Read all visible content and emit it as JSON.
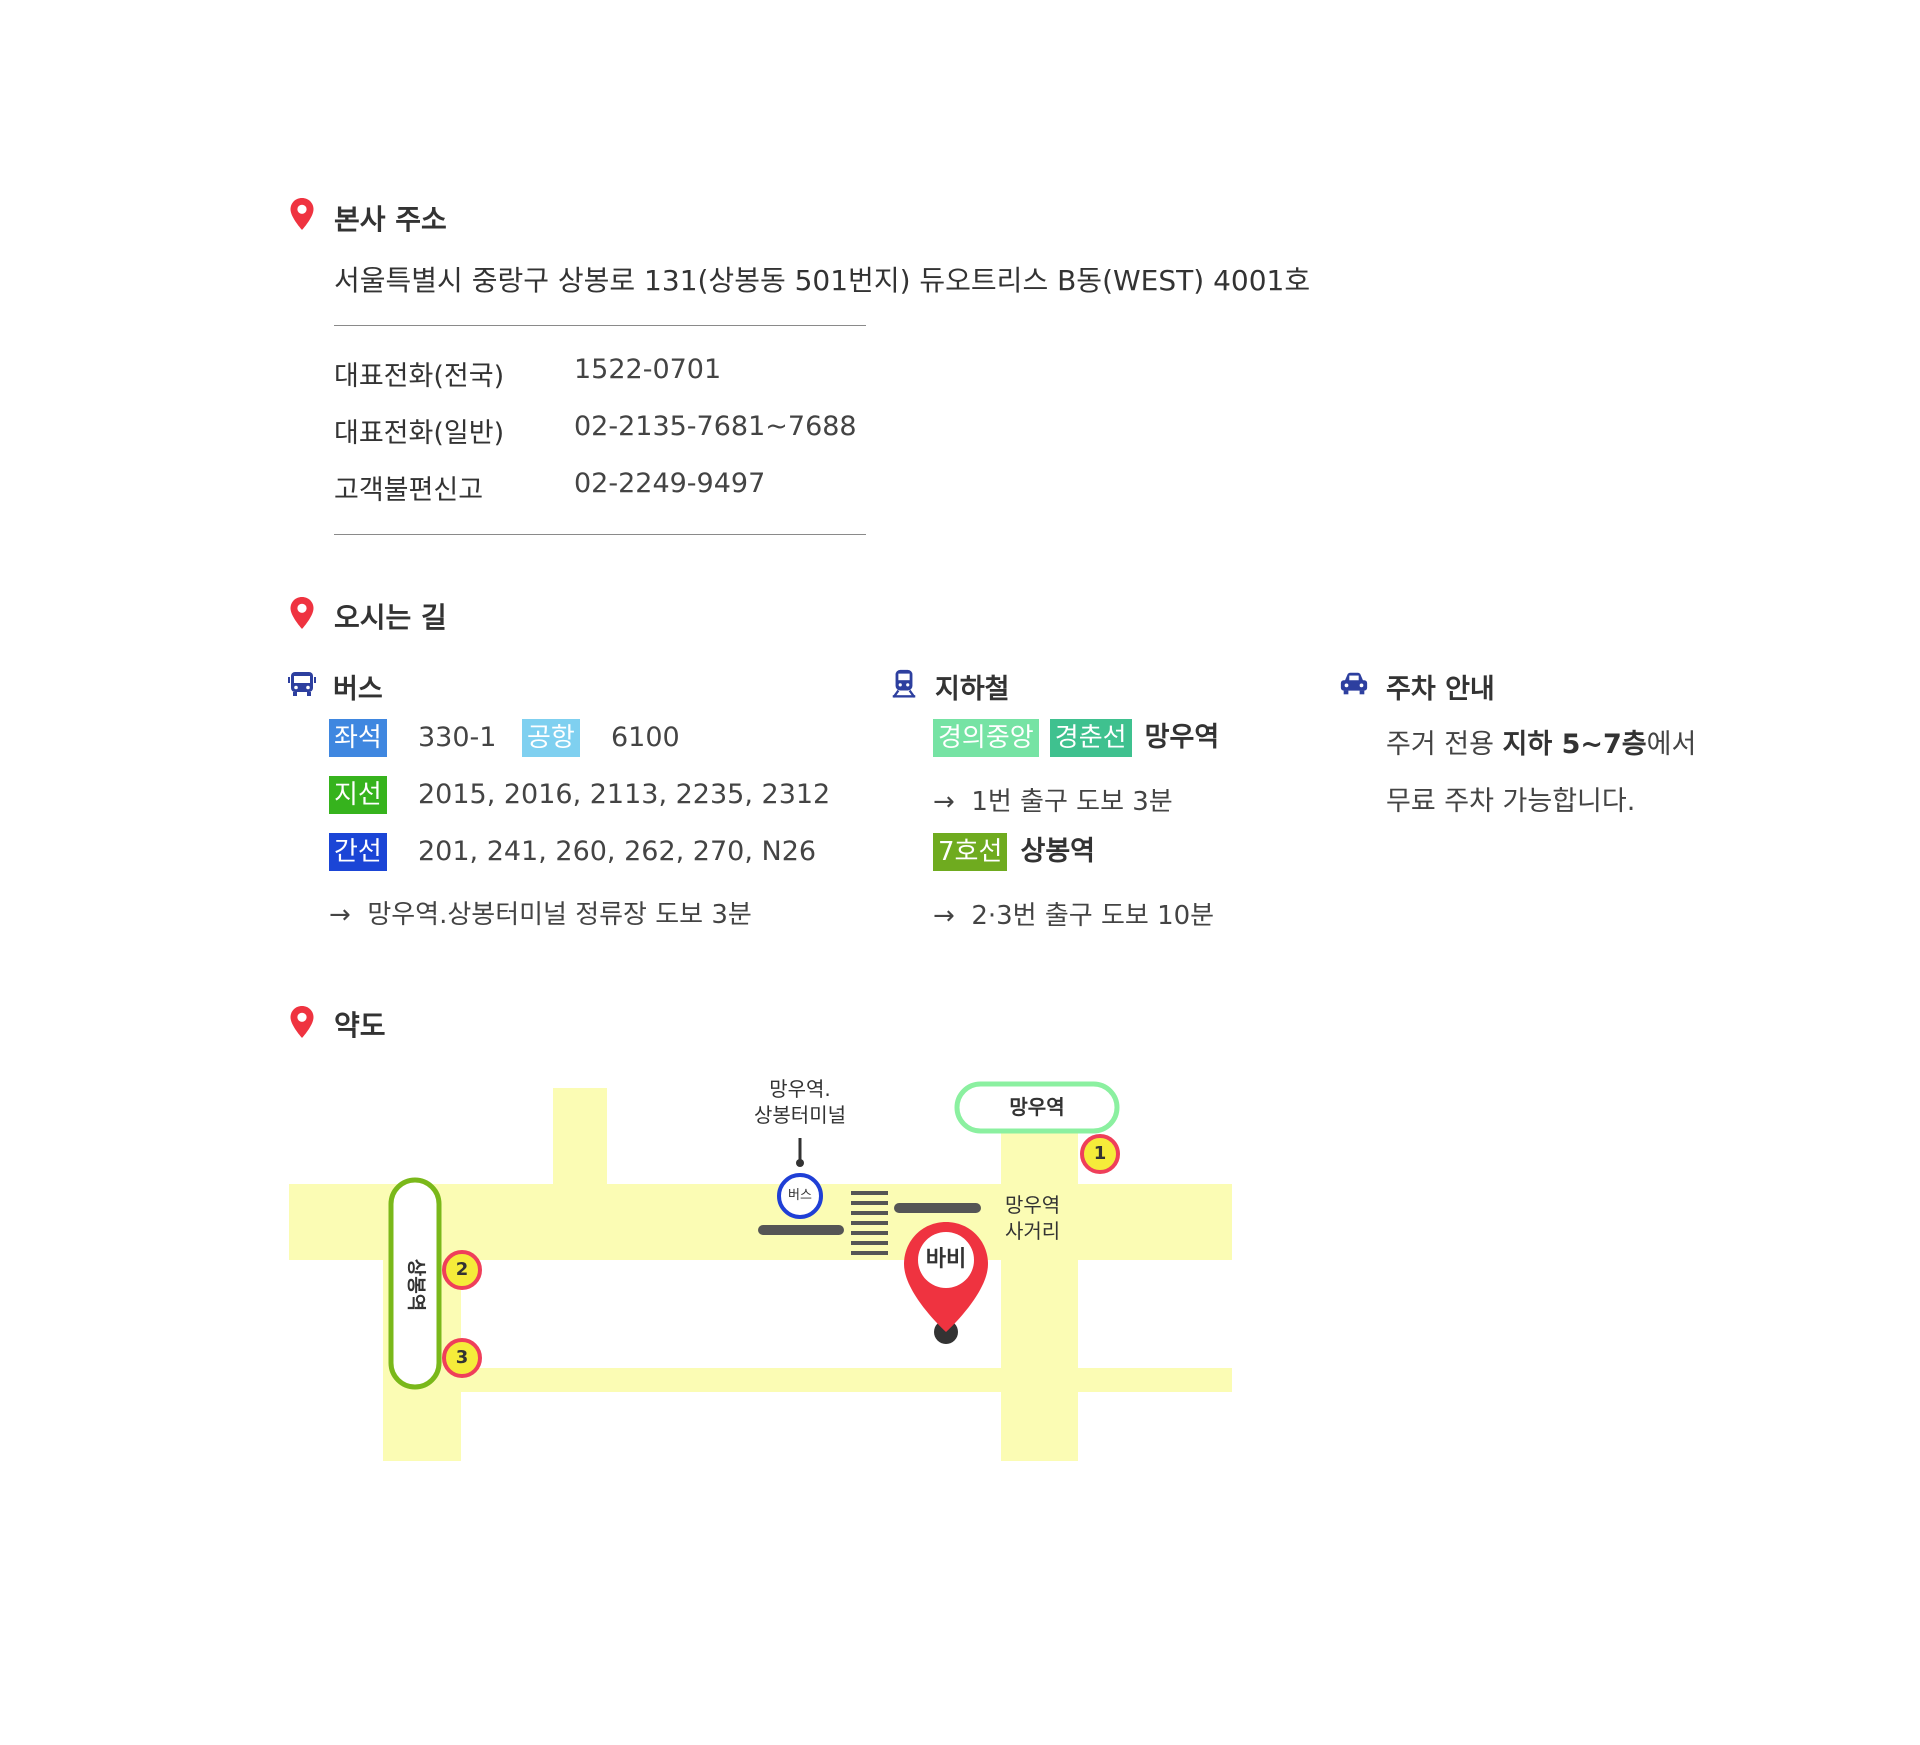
{
  "hq": {
    "title": "본사 주소",
    "address": "서울특별시 중랑구 상봉로 131(상봉동 501번지) 듀오트리스 B동(WEST) 4001호",
    "contacts": [
      {
        "label": "대표전화(전국)",
        "value": "1522-0701"
      },
      {
        "label": "대표전화(일반)",
        "value": "02-2135-7681~7688"
      },
      {
        "label": "고객불편신고",
        "value": "02-2249-9497"
      }
    ]
  },
  "directions": {
    "title": "오시는 길",
    "bus": {
      "title": "버스",
      "rows": [
        [
          {
            "badge": "좌석",
            "badge_color": "#3f87e0",
            "routes": "330-1"
          },
          {
            "badge": "공항",
            "badge_color": "#7fd0f0",
            "routes": "6100"
          }
        ],
        [
          {
            "badge": "지선",
            "badge_color": "#36b31d",
            "routes": "2015, 2016, 2113, 2235, 2312"
          }
        ],
        [
          {
            "badge": "간선",
            "badge_color": "#1b45d6",
            "routes": "201, 241, 260, 262, 270, N26"
          }
        ]
      ],
      "note_arrow": "→",
      "note": "망우역.상봉터미널 정류장 도보 3분"
    },
    "subway": {
      "title": "지하철",
      "line1_badges": [
        {
          "label": "경의중앙",
          "color": "#76e3a4"
        },
        {
          "label": "경춘선",
          "color": "#3fc18f"
        }
      ],
      "line1_station": "망우역",
      "line1_note": "1번 출구 도보 3분",
      "line2_badge": {
        "label": "7호선",
        "color": "#6fab1f"
      },
      "line2_station": "상봉역",
      "line2_note": "2·3번 출구 도보 10분",
      "arrow": "→"
    },
    "parking": {
      "title": "주차 안내",
      "line1_pre": "주거 전용 ",
      "line1_bold": "지하 5~7층",
      "line1_post": "에서",
      "line2": "무료 주차 가능합니다."
    }
  },
  "map": {
    "title": "약도",
    "labels": {
      "bus_stop_line1": "망우역.",
      "bus_stop_line2": "상봉터미널",
      "bus_stop_badge": "버스",
      "mangu_station": "망우역",
      "intersection_line1": "망우역",
      "intersection_line2": "사거리",
      "sangbong_station": "상봉역",
      "destination": "바비",
      "exit1": "1",
      "exit2": "2",
      "exit3": "3"
    },
    "colors": {
      "road": "#fbfcb4",
      "mangu_station_border": "#8bf0a0",
      "sangbong_station_border": "#7ab81a",
      "bus_stop_border": "#1f3fd6",
      "pin": "#ef3340",
      "exit_fill": "#f5ec3a",
      "exit_border": "#ef3f5a"
    }
  },
  "icons": {
    "section_pin": "location-pin-icon",
    "bus": "bus-icon",
    "subway": "train-icon",
    "parking": "car-icon"
  }
}
